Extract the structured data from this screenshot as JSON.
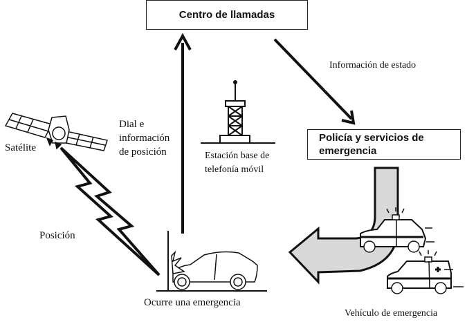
{
  "nodes": {
    "call_center": "Centro de llamadas",
    "police_line1": "Policía y servicios de",
    "police_line2": "emergencia"
  },
  "labels": {
    "satellite": "Satélite",
    "dial_line1": "Dial e",
    "dial_line2": "información",
    "dial_line3": "de posición",
    "base_station_line1": "Estación base de",
    "base_station_line2": "telefonía móvil",
    "status_info": "Información de estado",
    "position": "Posición",
    "emergency_occurs": "Ocurre una emergencia",
    "emergency_vehicle": "Vehículo de emergencia"
  },
  "edges": [
    {
      "from": "emergency_occurs",
      "to": "call_center",
      "label": "Dial e información de posición"
    },
    {
      "from": "call_center",
      "to": "police",
      "label": "Información de estado"
    },
    {
      "from": "satellite",
      "to": "emergency_occurs",
      "label": "Posición"
    },
    {
      "from": "police",
      "to": "emergency_occurs",
      "label": "Vehículo de emergencia"
    }
  ],
  "colors": {
    "stroke": "#111111",
    "big_arrow_fill": "#d9d9d9",
    "background": "#ffffff"
  }
}
